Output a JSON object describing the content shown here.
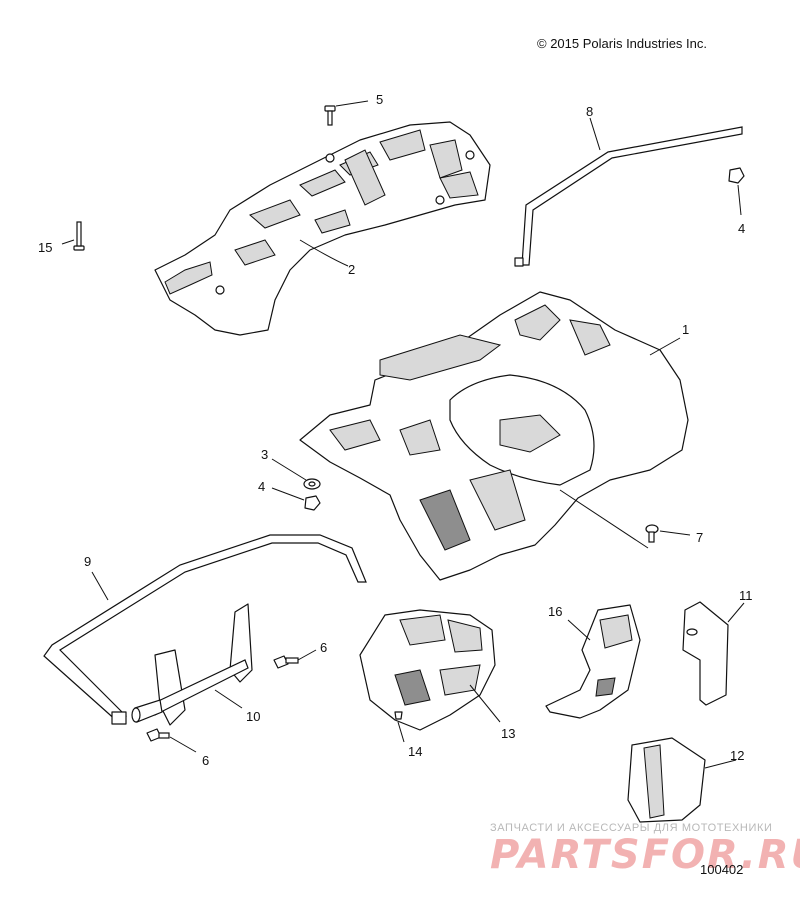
{
  "header": {
    "copyright": "© 2015 Polaris Industries Inc."
  },
  "figure": {
    "number": "100402"
  },
  "watermark": {
    "tagline": "ЗАПЧАСТИ И АКСЕССУАРЫ ДЛЯ МОТОТЕХНИКИ",
    "logo": "PARTSFOR.RU"
  },
  "callouts": [
    {
      "id": "c1",
      "label": "1"
    },
    {
      "id": "c2",
      "label": "2"
    },
    {
      "id": "c3",
      "label": "3"
    },
    {
      "id": "c4a",
      "label": "4"
    },
    {
      "id": "c4b",
      "label": "4"
    },
    {
      "id": "c5",
      "label": "5"
    },
    {
      "id": "c6a",
      "label": "6"
    },
    {
      "id": "c6b",
      "label": "6"
    },
    {
      "id": "c7",
      "label": "7"
    },
    {
      "id": "c8",
      "label": "8"
    },
    {
      "id": "c9",
      "label": "9"
    },
    {
      "id": "c10",
      "label": "10"
    },
    {
      "id": "c11",
      "label": "11"
    },
    {
      "id": "c12",
      "label": "12"
    },
    {
      "id": "c13",
      "label": "13"
    },
    {
      "id": "c14",
      "label": "14"
    },
    {
      "id": "c15",
      "label": "15"
    },
    {
      "id": "c16",
      "label": "16"
    }
  ]
}
